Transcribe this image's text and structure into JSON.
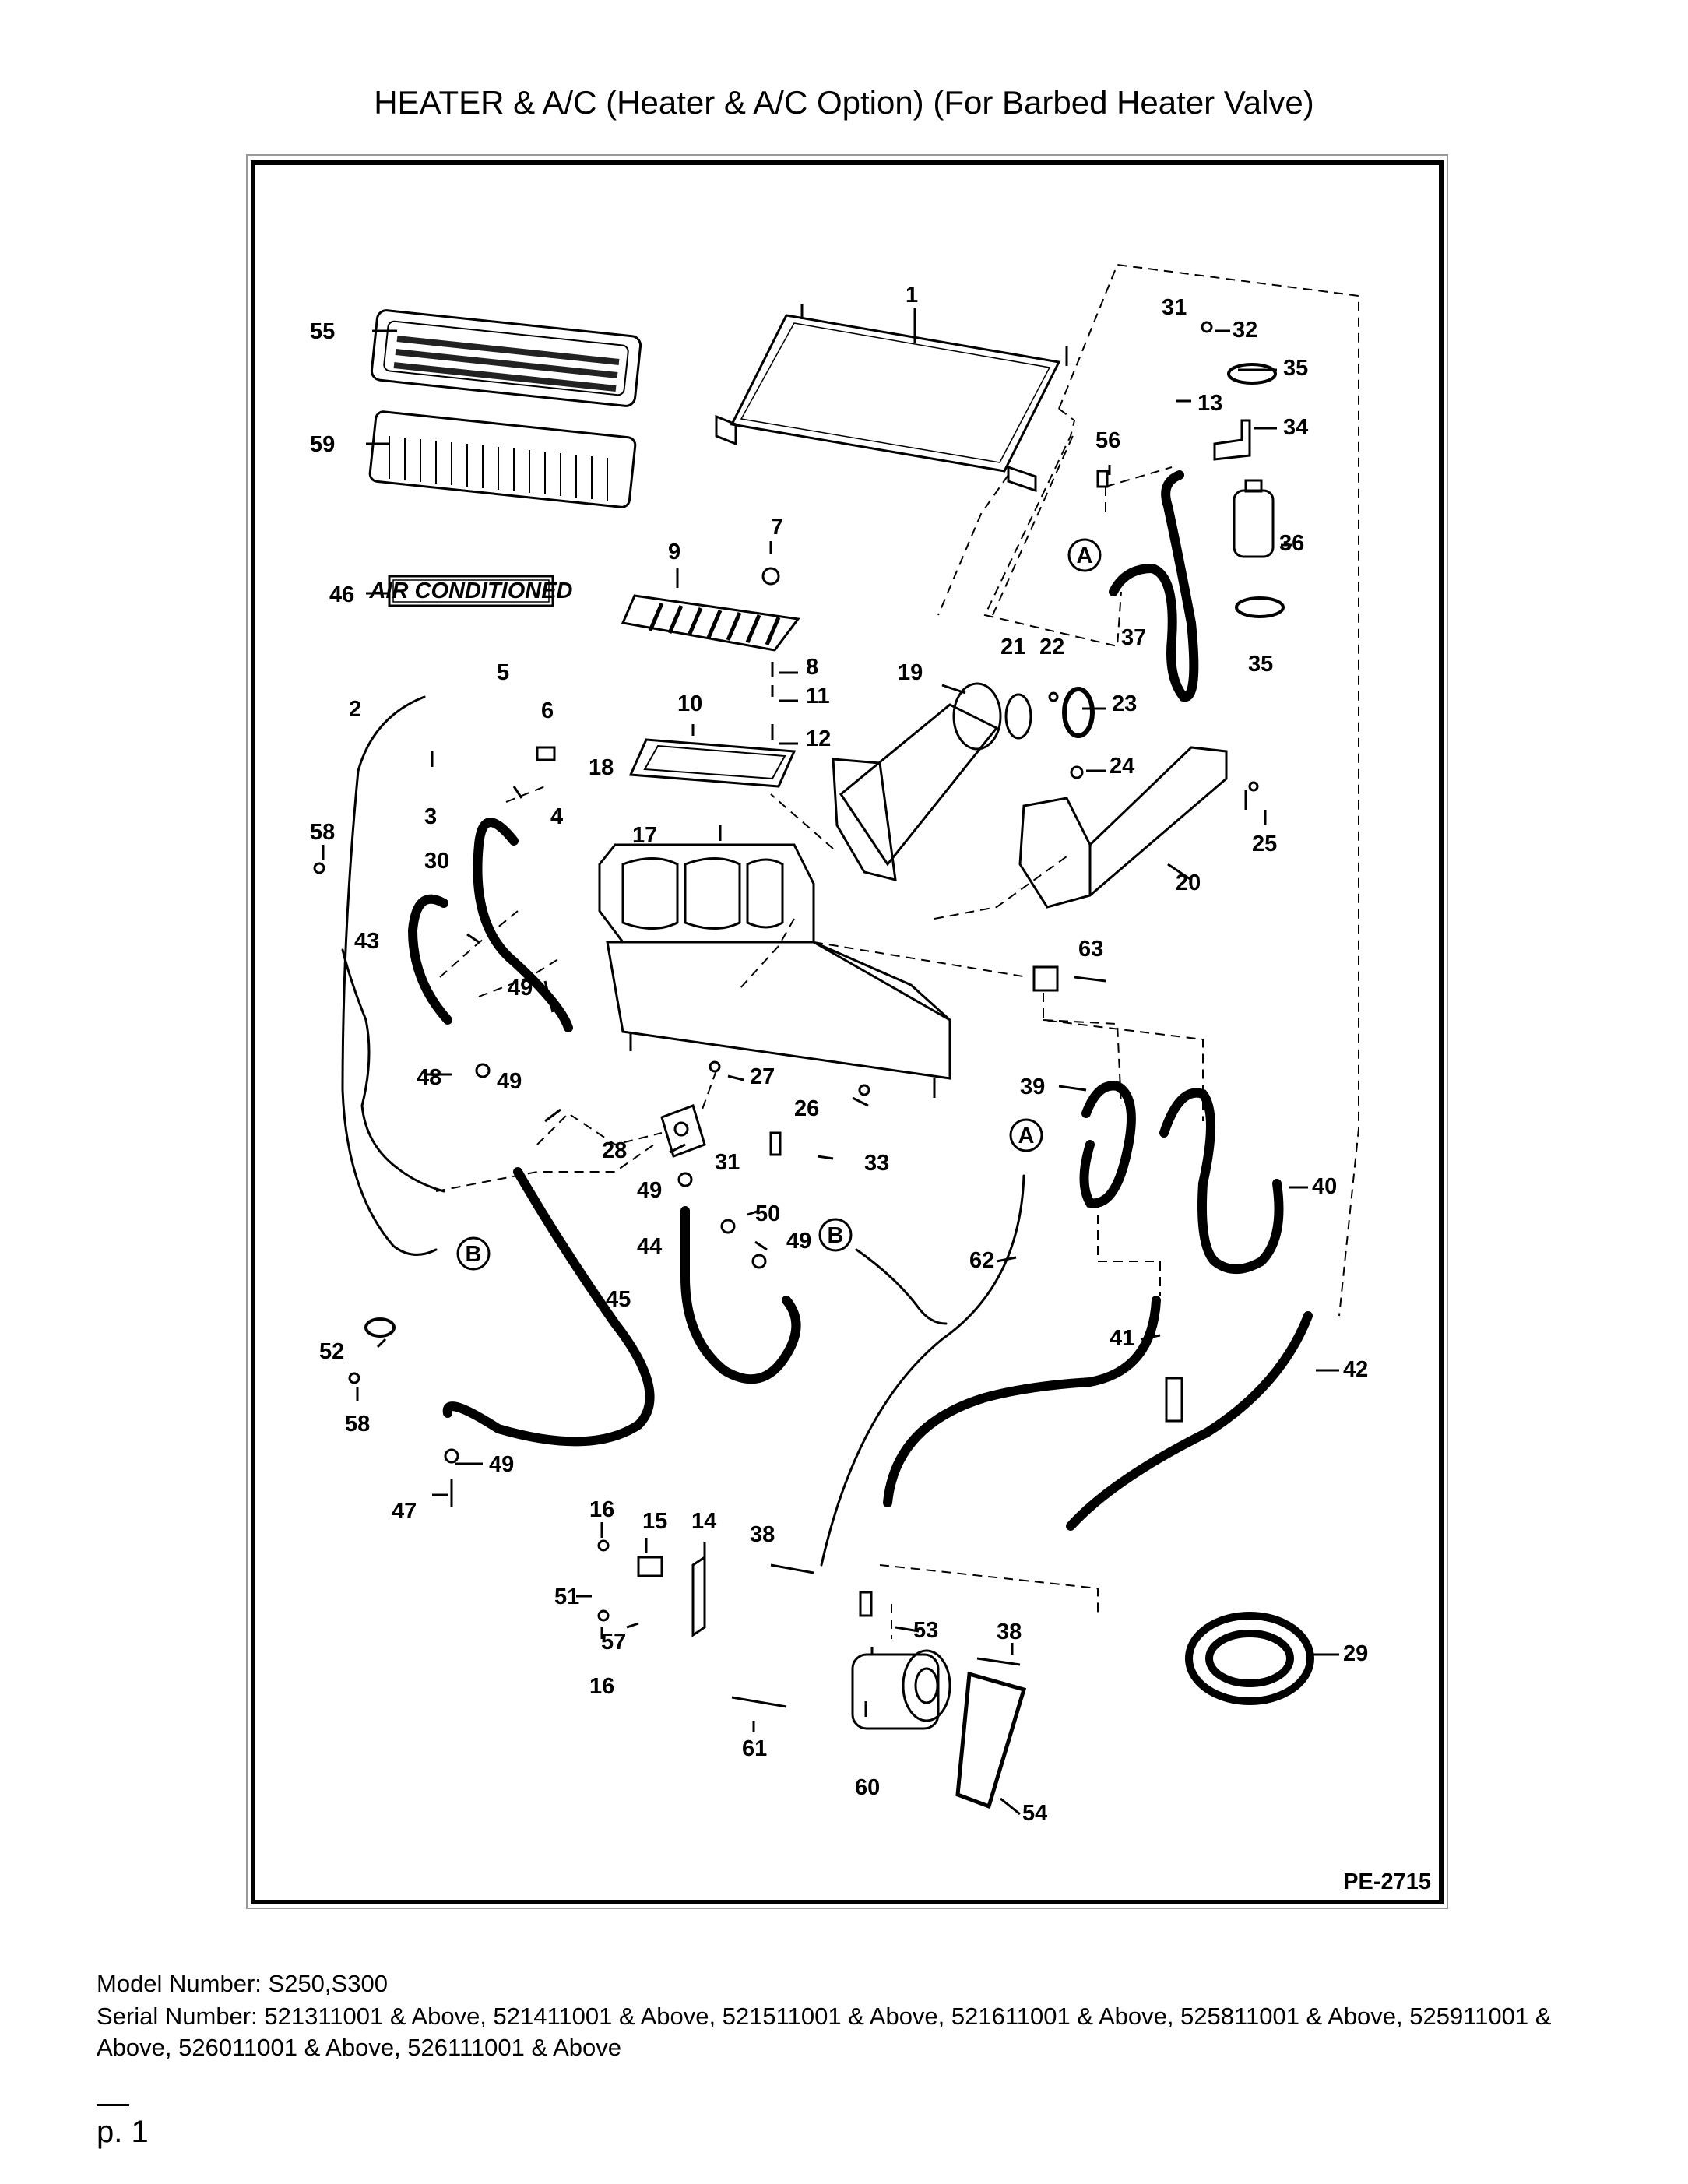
{
  "page_title": "HEATER & A/C (Heater & A/C Option) (For Barbed Heater Valve)",
  "figure_code": "PE-2715",
  "decal_text": "AIR CONDITIONED",
  "callouts": [
    "1",
    "2",
    "3",
    "4",
    "5",
    "6",
    "7",
    "8",
    "9",
    "10",
    "11",
    "12",
    "13",
    "14",
    "15",
    "16",
    "17",
    "18",
    "19",
    "20",
    "21",
    "22",
    "23",
    "24",
    "25",
    "26",
    "27",
    "28",
    "29",
    "30",
    "31",
    "32",
    "33",
    "34",
    "35",
    "36",
    "37",
    "38",
    "39",
    "40",
    "41",
    "42",
    "43",
    "44",
    "45",
    "46",
    "47",
    "48",
    "49",
    "50",
    "51",
    "52",
    "53",
    "54",
    "55",
    "56",
    "57",
    "58",
    "59",
    "60",
    "61",
    "62",
    "63"
  ],
  "connector_tags": [
    "A",
    "B"
  ],
  "footer": {
    "model_number": "Model Number: S250,S300",
    "serial_number": "Serial Number: 521311001 & Above, 521411001 & Above, 521511001 & Above, 521611001 & Above, 525811001 & Above, 525911001 & Above, 526011001 & Above, 526111001 & Above",
    "page_label": "p. 1"
  }
}
